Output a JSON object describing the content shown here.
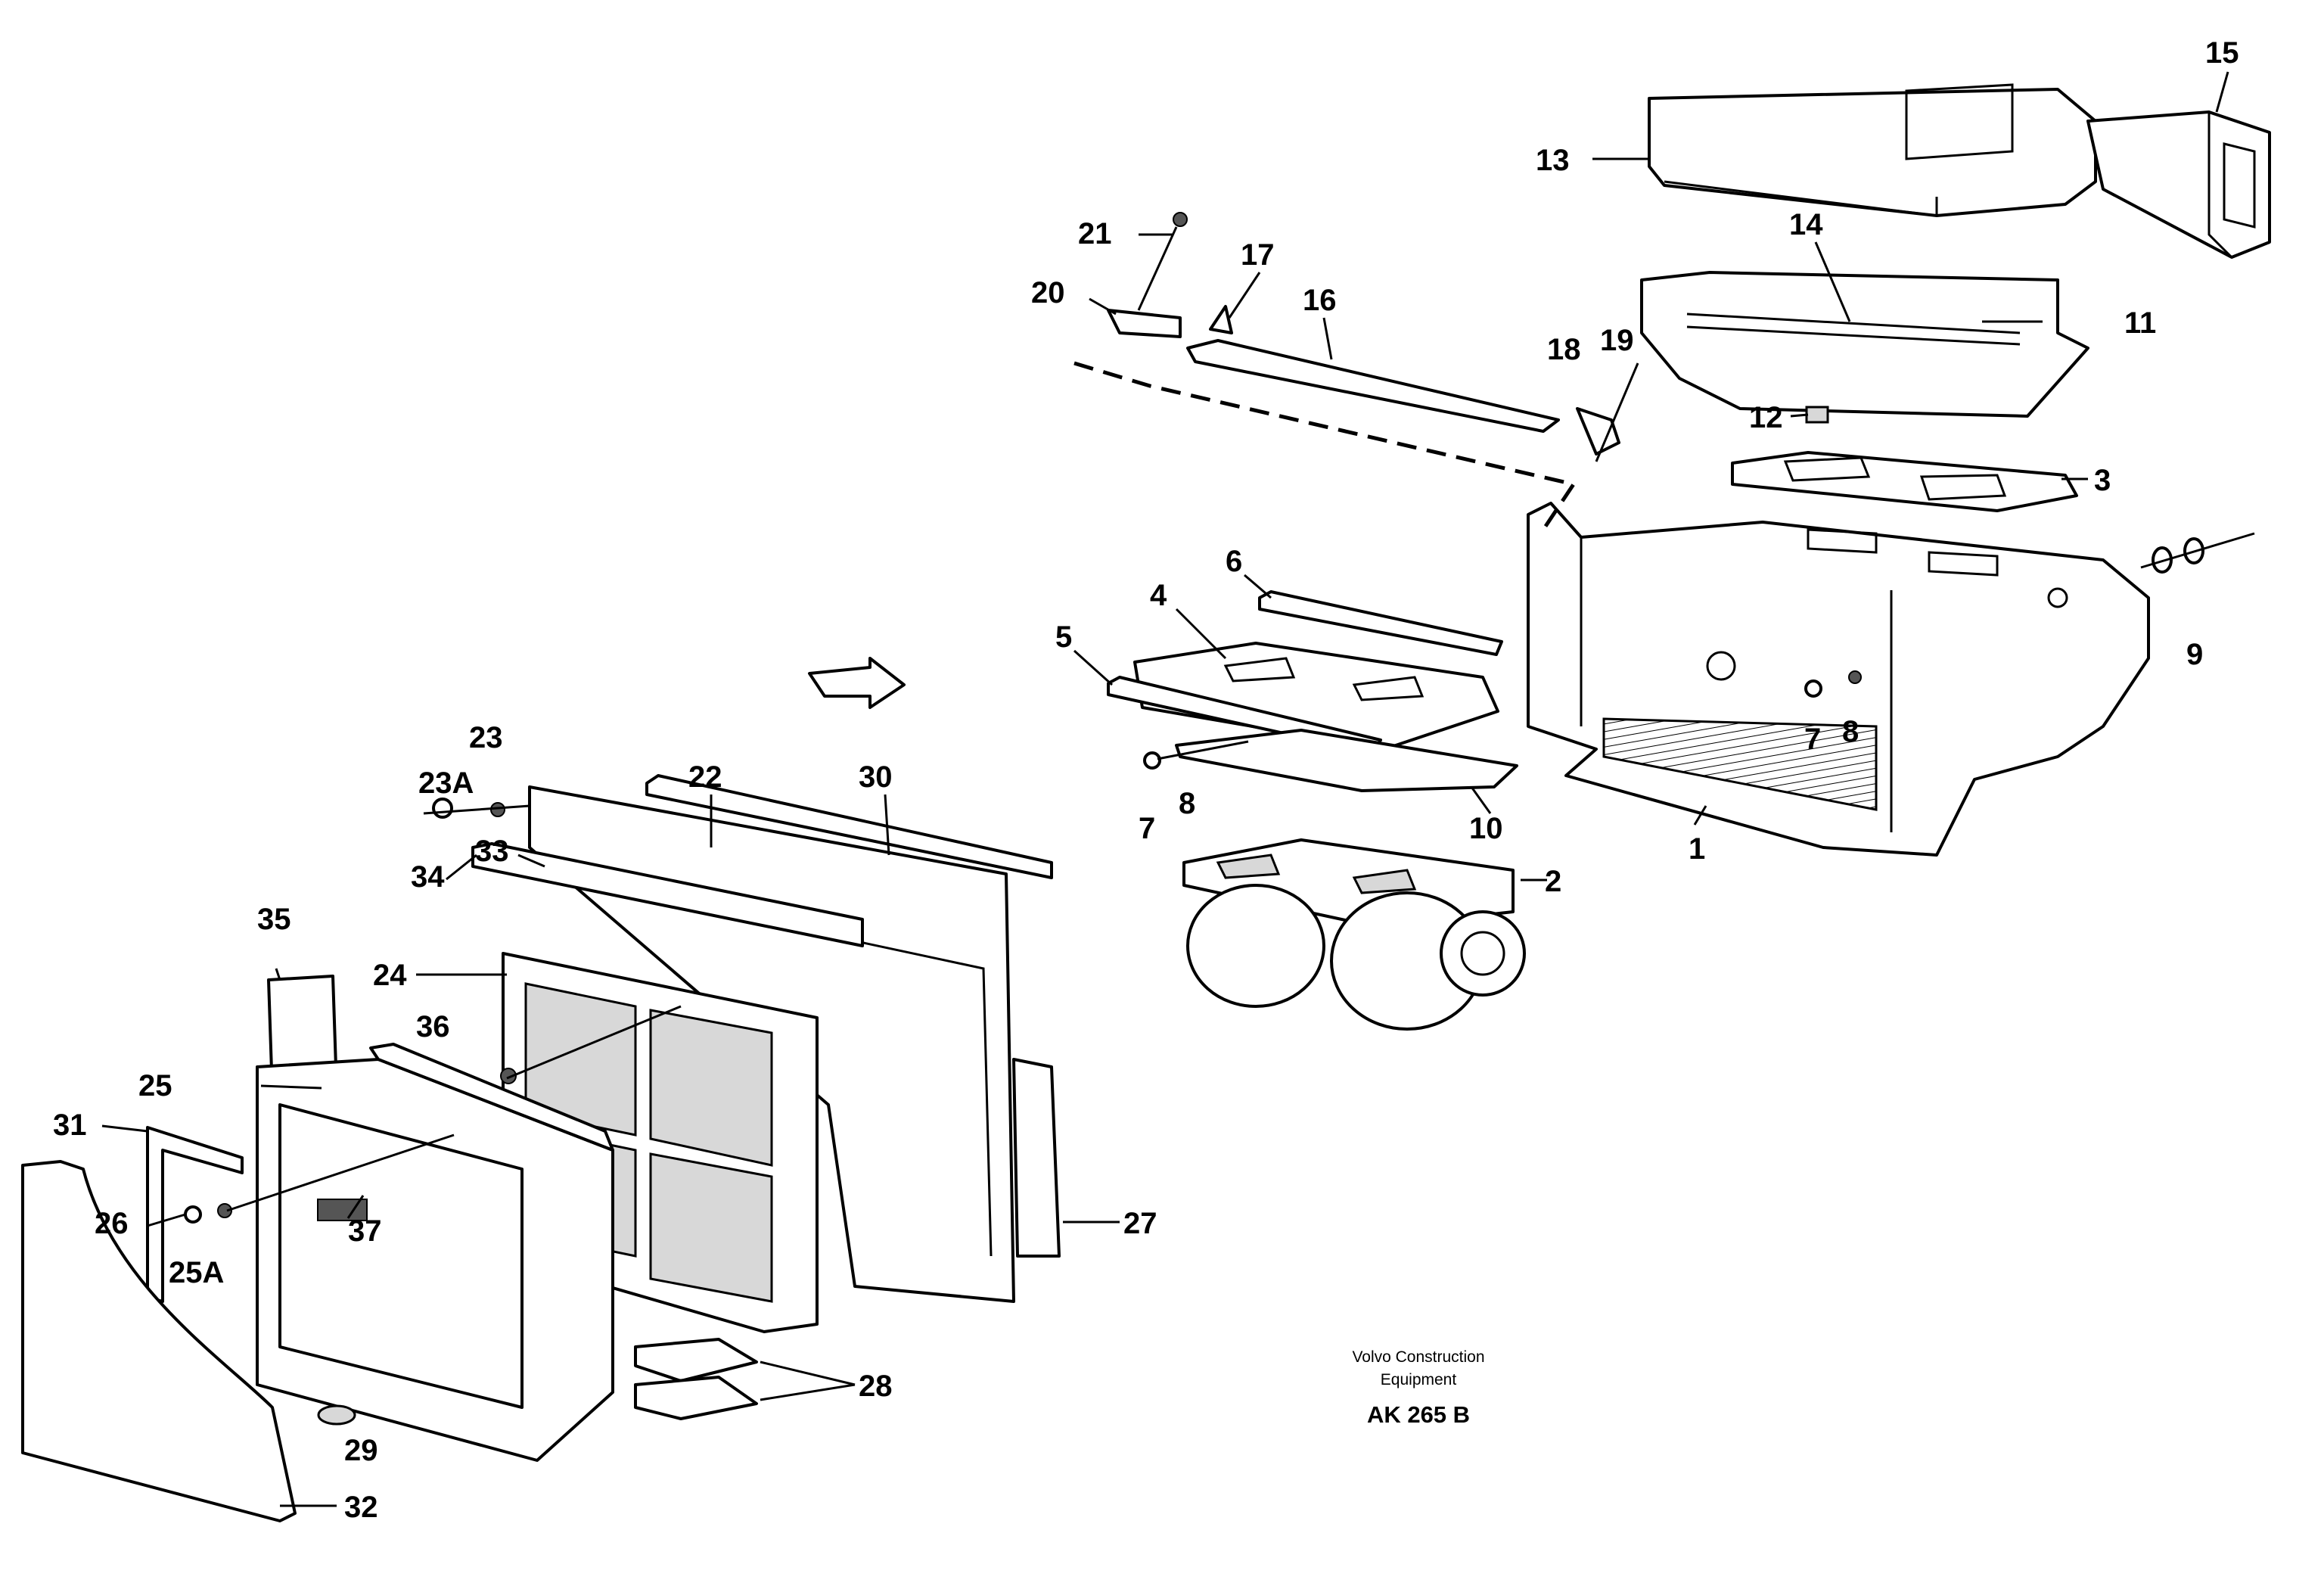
{
  "callouts": [
    "1",
    "2",
    "3",
    "4",
    "5",
    "6",
    "7",
    "8",
    "7",
    "8",
    "9",
    "10",
    "11",
    "12",
    "13",
    "14",
    "15",
    "16",
    "17",
    "18",
    "19",
    "20",
    "21",
    "22",
    "23",
    "23A",
    "24",
    "25",
    "25A",
    "26",
    "27",
    "28",
    "29",
    "30",
    "31",
    "32",
    "33",
    "34",
    "35",
    "36",
    "37"
  ],
  "credit": {
    "line1": "Volvo Construction",
    "line2": "Equipment",
    "ref": "AK 265 B"
  },
  "icons": [
    "direction-arrow-icon"
  ]
}
